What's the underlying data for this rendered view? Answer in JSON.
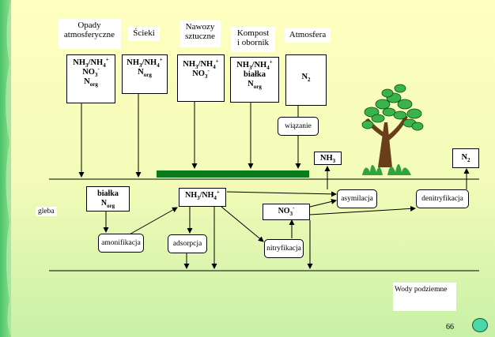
{
  "sources": {
    "opady": [
      "Opady",
      "atmosferyczne"
    ],
    "scieki": "Ścieki",
    "nawozy": [
      "Nawozy",
      "sztuczne"
    ],
    "kompost": [
      "Kompost",
      "i obornik"
    ],
    "atmosfera": "Atmosfera"
  },
  "boxes": {
    "opady_nh": "NH",
    "opady_no": "NO",
    "opady_n": "N",
    "scieki_nh": "NH",
    "scieki_n": "N",
    "nawozy_nh": "NH",
    "nawozy_no": "NO",
    "kompost_nh": "NH",
    "kompost_bialka": "białka",
    "kompost_n": "N",
    "atm_n2": "N",
    "nh3": "NH",
    "n2_right": "N",
    "soil_bialka": "białka",
    "soil_n": "N",
    "nh4_center": "NH",
    "no3_center": "NO"
  },
  "subs": {
    "three": "3",
    "four": "4",
    "two": "2",
    "org": "org",
    "plus": "+",
    "minus": "-"
  },
  "processes": {
    "wiazanie": "wiązanie",
    "asymilacja": "asymilacja",
    "denitryfikacja": "denitryfikacja",
    "amonifikacja": "amonifikacja",
    "adsorpcja": "adsorpcja",
    "nitryfikacja": "nitryfikacja"
  },
  "labels": {
    "gleba": "gleba",
    "wody_podziemne": "Wody podziemne",
    "page_number": "66"
  },
  "colors": {
    "band": "#4cc36a",
    "fertilizer_bar": "#0a7a1a",
    "tree_leaves": "#39b34a",
    "tree_trunk": "#6b3e1a",
    "next_button": "#4dd6a7"
  }
}
